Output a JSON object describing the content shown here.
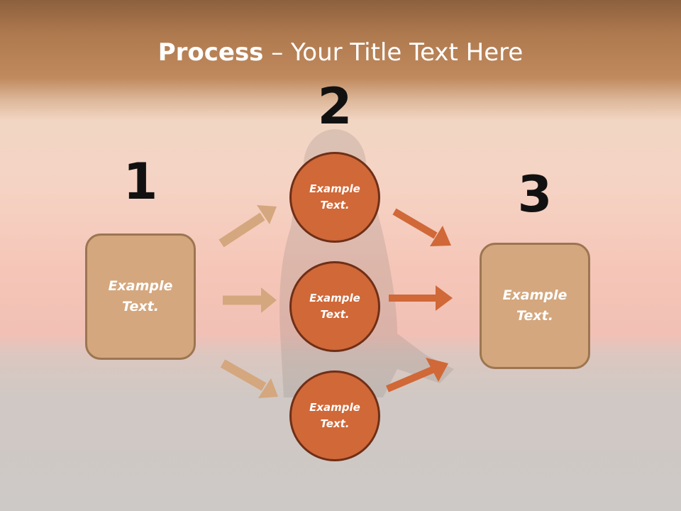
{
  "slide": {
    "title_bold": "Process",
    "title_rest": " – Your Title Text Here",
    "steps": [
      {
        "number": "1",
        "text": "Example Text."
      },
      {
        "number": "2",
        "items": [
          "Example Text.",
          "Example Text.",
          "Example Text."
        ]
      },
      {
        "number": "3",
        "text": "Example Text."
      }
    ]
  },
  "colors": {
    "box_fill": "#d4a77e",
    "circle_fill": "#d06838",
    "arrow_light": "#d4a77e",
    "arrow_dark": "#d06838"
  }
}
